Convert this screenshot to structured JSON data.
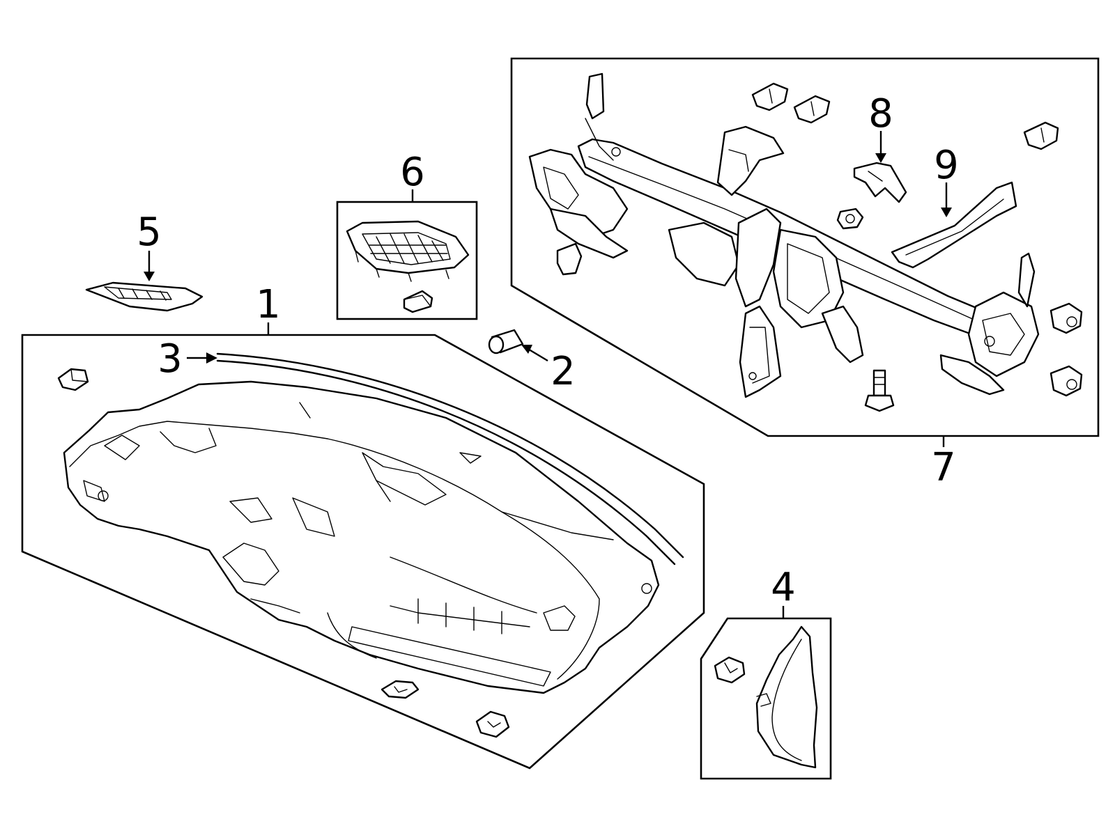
{
  "colors": {
    "line": "#000000",
    "background": "#ffffff"
  },
  "callouts": {
    "c1": "1",
    "c2": "2",
    "c3": "3",
    "c4": "4",
    "c5": "5",
    "c6": "6",
    "c7": "7",
    "c8": "8",
    "c9": "9"
  }
}
